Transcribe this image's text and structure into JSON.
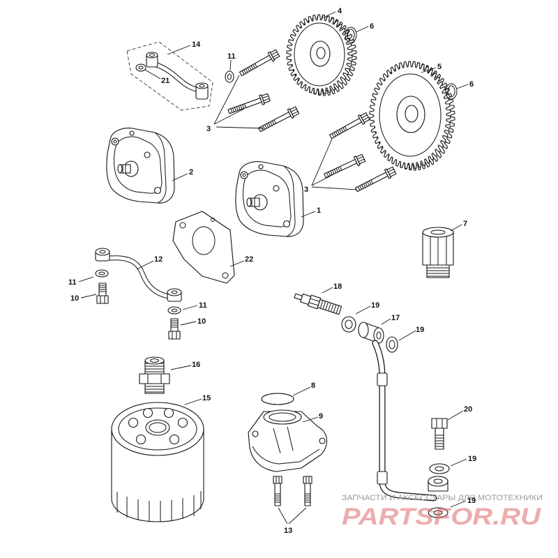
{
  "labels": {
    "pump_1": "1",
    "pump_2": "2",
    "bolts_3_left": "3",
    "bolts_3_right": "3",
    "gear_4": "4",
    "gear_5": "5",
    "circlip_6_a": "6",
    "circlip_6_b": "6",
    "fitting_7": "7",
    "oring_8": "8",
    "housing_9": "9",
    "bolt_10_a": "10",
    "bolt_10_b": "10",
    "washer_11_a": "11",
    "washer_11_b": "11",
    "washer_11_c": "11",
    "pipe_12": "12",
    "bolts_13": "13",
    "pipe_14": "14",
    "filter_15": "15",
    "nipple_16": "16",
    "fitting_17": "17",
    "sensor_18": "18",
    "washer_19_a": "19",
    "washer_19_b": "19",
    "washer_19_c": "19",
    "washer_19_d": "19",
    "bolt_20": "20",
    "washer_21": "21",
    "gasket_22": "22"
  },
  "watermark": {
    "tagline": "ЗАПЧАСТИ И АКСЕССУАРЫ ДЛЯ МОТОТЕХНИКИ",
    "logo": "PARTSFOR.RU",
    "logo_color": "#e06a6a"
  }
}
